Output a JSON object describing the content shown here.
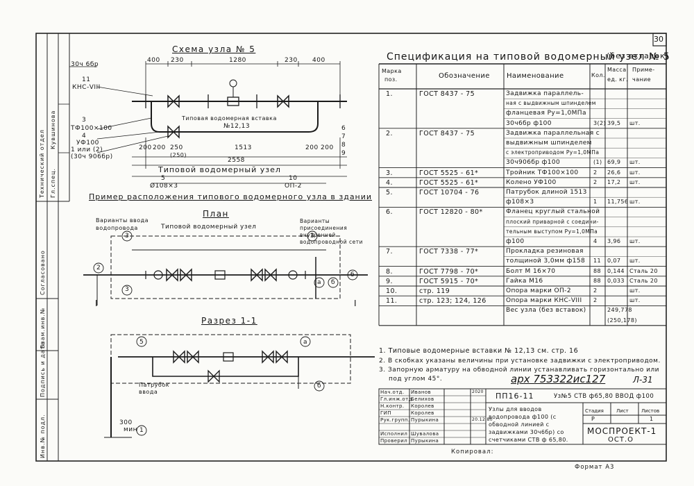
{
  "sheet_no": "30",
  "scheme": {
    "title": "Схема узла № 5",
    "labels": {
      "valve_left": "30ч 6бр",
      "support": "КНС-VIII",
      "support_no": "11",
      "tee_no": "3",
      "tee": "ТФ100×100",
      "elbow_no": "4",
      "elbow": "УФ100",
      "valve_alt_no": "1 или (2)",
      "valve_alt": "(30ч 906бр)",
      "insert": "Типовая водомерная вставка",
      "insert_no": "№12,13",
      "dim_top": [
        "400",
        "230",
        "1280",
        "230",
        "400"
      ],
      "dim_bottom": [
        "200",
        "200",
        "250",
        "(250)",
        "1513",
        "200",
        "200"
      ],
      "total": "2558",
      "unit_label": "Типовой водомерный узел",
      "pos5": "5",
      "pipe5": "Ø108×3",
      "pos10": "10",
      "op2": "ОП-2",
      "side_nums": [
        "6",
        "7",
        "8",
        "9"
      ]
    }
  },
  "example_title": "Пример расположения типового водомерного узла в здании",
  "plan": {
    "title": "План",
    "inlet_variants": "Варианты ввода водопровода",
    "unit": "Типовой водомерный узел",
    "connection_variants": "Варианты присоединения внутренней водопроводной сети",
    "marks": [
      "3",
      "2",
      "3",
      "3",
      "а",
      "б",
      "б"
    ],
    "section_mark": "I"
  },
  "section": {
    "title": "Разрез 1-1",
    "patrubok": "Патрубок ввода",
    "dim": "300",
    "dim_unit": "мин",
    "marks": [
      "5",
      "а",
      "б",
      "1"
    ]
  },
  "spec": {
    "title": "Спецификация на типовой водомерный узел № 5",
    "subtitle": "(без вставок)",
    "headers": [
      "Марка поз.",
      "Обозначение",
      "Наименование",
      "Кол.",
      "Масса ед. кг.",
      "Приме- чание"
    ],
    "rows": [
      {
        "pos": "1.",
        "doc": "ГОСТ 8437 - 75",
        "lines": [
          "Задвижка параллель-",
          "ная с выдвижным шпинделем",
          "фланцевая  Ру=1,0МПа",
          "30ч6бр  ф100"
        ],
        "qty": "3(2)",
        "mass": "39,5",
        "note": "шт."
      },
      {
        "pos": "2.",
        "doc": "ГОСТ 8437 - 75",
        "lines": [
          "Задвижка параллельная с",
          "выдвижным шпинделем",
          "с электроприводом Ру=1,0МПа",
          "30ч906бр  ф100"
        ],
        "qty": "(1)",
        "mass": "69,9",
        "note": "шт."
      },
      {
        "pos": "3.",
        "doc": "ГОСТ 5525 - 61*",
        "lines": [
          "Тройник ТФ100×100"
        ],
        "qty": "2",
        "mass": "26,6",
        "note": "шт."
      },
      {
        "pos": "4.",
        "doc": "ГОСТ 5525 - 61*",
        "lines": [
          "Колено УФ100"
        ],
        "qty": "2",
        "mass": "17,2",
        "note": "шт."
      },
      {
        "pos": "5.",
        "doc": "ГОСТ 10704 - 76",
        "lines": [
          "Патрубок длиной 1513",
          "ф108×3"
        ],
        "qty": "1",
        "mass": "11,756",
        "note": "шт."
      },
      {
        "pos": "6.",
        "doc": "ГОСТ 12820 - 80*",
        "lines": [
          "Фланец круглый стальной",
          "плоский приварной с соедини-",
          "тельным выступом Ру=1,0МПа",
          "ф100"
        ],
        "qty": "4",
        "mass": "3,96",
        "note": "шт."
      },
      {
        "pos": "7.",
        "doc": "ГОСТ 7338 - 77*",
        "lines": [
          "Прокладка резиновая",
          "толщиной 3,0мм ф158"
        ],
        "qty": "11",
        "mass": "0,07",
        "note": "шт."
      },
      {
        "pos": "8.",
        "doc": "ГОСТ 7798 - 70*",
        "lines": [
          "Болт М 16×70"
        ],
        "qty": "88",
        "mass": "0,144",
        "note": "Сталь 20"
      },
      {
        "pos": "9.",
        "doc": "ГОСТ 5915 - 70*",
        "lines": [
          "Гайка М16"
        ],
        "qty": "88",
        "mass": "0,033",
        "note": "Сталь 20"
      },
      {
        "pos": "10.",
        "doc": "стр. 119",
        "lines": [
          "Опора марки ОП-2"
        ],
        "qty": "2",
        "mass": "",
        "note": "шт."
      },
      {
        "pos": "11.",
        "doc": "стр. 123; 124, 126",
        "lines": [
          "Опора марки КНС-VIII"
        ],
        "qty": "2",
        "mass": "",
        "note": "шт."
      },
      {
        "pos": "",
        "doc": "",
        "lines": [
          "Вес узла (без вставок)"
        ],
        "qty": "",
        "mass": "249,778",
        "mass2": "(250,178)",
        "note": ""
      }
    ]
  },
  "notes": [
    "1. Типовые водомерные вставки № 12,13 см. стр. 16",
    "2. В скобках указаны величины при установке задвижки с электроприводом.",
    "3. Запорную арматуру на обводной линии устанавливать горизонтально или",
    "под углом 45°."
  ],
  "stamp_ref": "арх 753322ис127",
  "stamp_ref2": "Л-31",
  "title_block": {
    "people": [
      {
        "role": "Нач.отд.",
        "name": "Иванов",
        "date": "2020"
      },
      {
        "role": "Гл.инж.отд.",
        "name": "Белихов",
        "date": ""
      },
      {
        "role": "Н.контр.",
        "name": "Королев",
        "date": ""
      },
      {
        "role": "ГИП",
        "name": "Королев",
        "date": ""
      },
      {
        "role": "Рук.групп.",
        "name": "Пурыкина",
        "date": "20.12.80"
      },
      {
        "role": "",
        "name": "",
        "date": ""
      },
      {
        "role": "Исполнил",
        "name": "Шувалова",
        "date": ""
      },
      {
        "role": "Проверил",
        "name": "Пурыкина",
        "date": ""
      }
    ],
    "code": "ПП16-11",
    "node": "Уз№5  СТВ ф65,80 ВВОД ф100",
    "description": "Узлы для вводов водопровода ф100 (с обводной линией с задвижками 30ч6бр) со счетчиками СТВ ф 65,80.",
    "stage_h": "Стадия",
    "sheet_h": "Лист",
    "sheets_h": "Листов",
    "stage": "Р",
    "sheets": "1",
    "org": "МОСПРОЕКТ-1",
    "org2": "ОСТ.О",
    "copied": "Копировал:",
    "format": "Формат А3"
  },
  "side_margin": {
    "dept": "Технический отдел",
    "spec": "Гл.спец.",
    "spec_name": "Кувшинова",
    "agreed": "Согласовано",
    "inv_ref": "Взам.инв.№",
    "sign": "Подпись и дата",
    "inv_orig": "Инв.№ подл."
  }
}
